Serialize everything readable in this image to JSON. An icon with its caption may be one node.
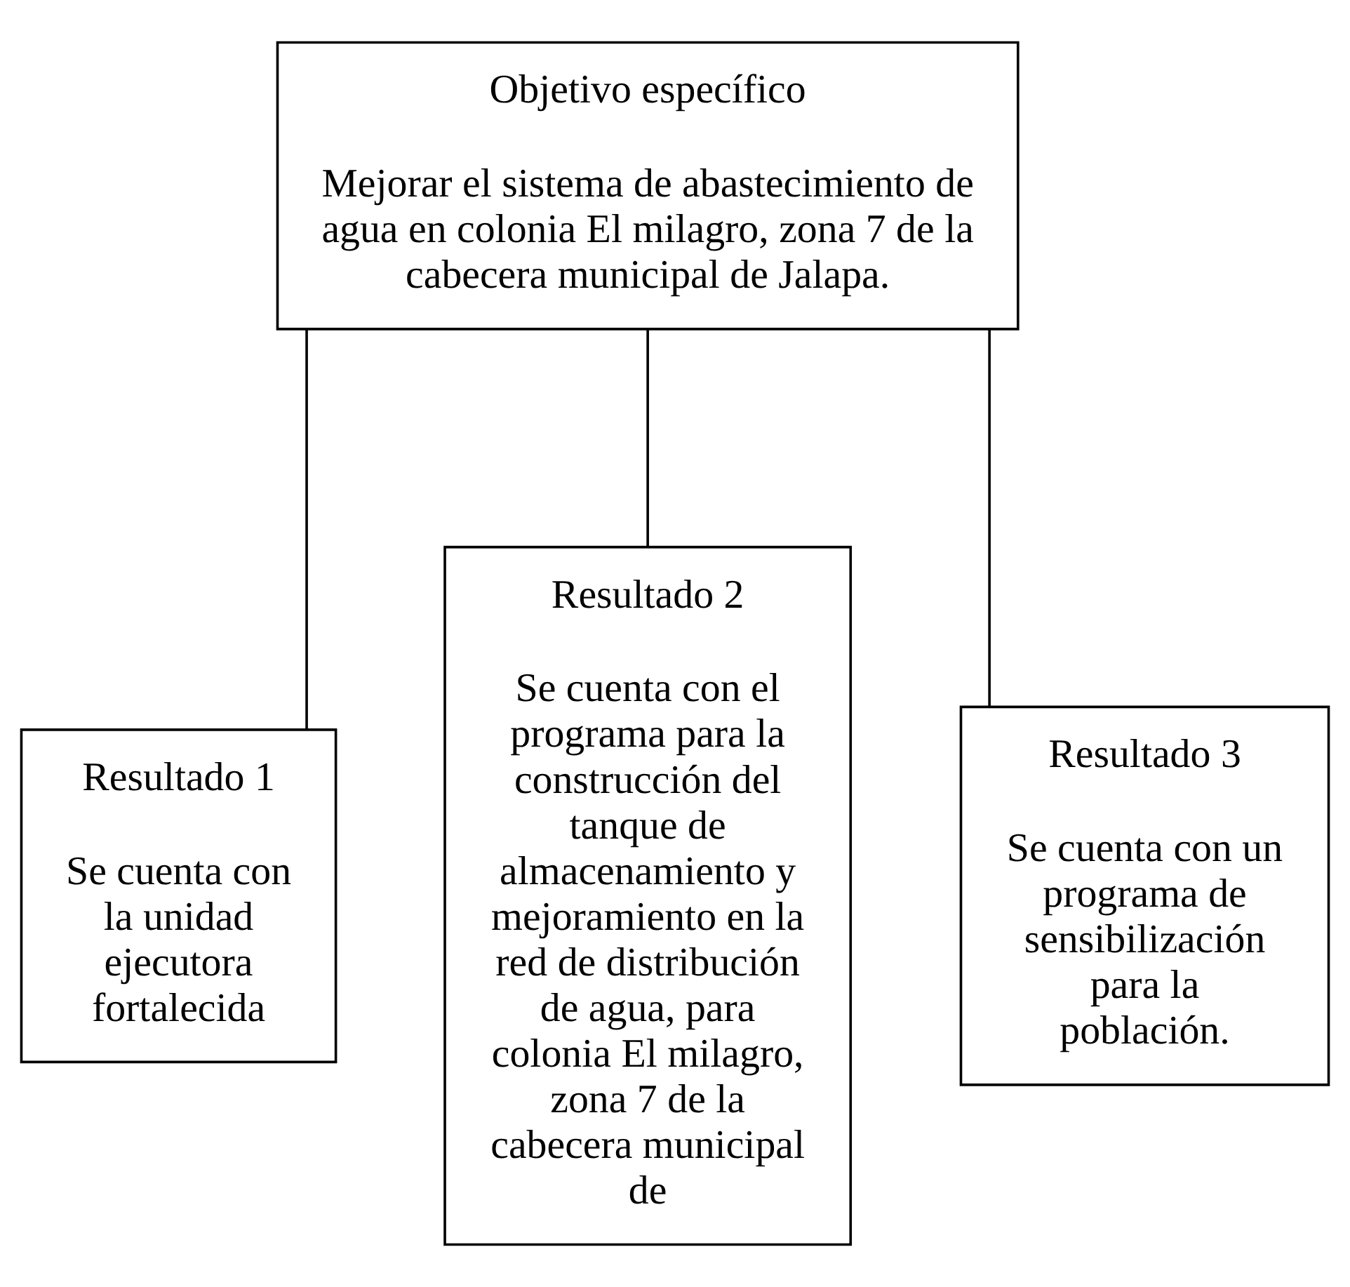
{
  "diagram": {
    "nodes": [
      {
        "text": [
          "Objetivo específico",
          "Mejorar el sistema de abastecimiento de agua en colonia El milagro, zona 7 de la cabecera municipal de Jalapa."
        ]
      },
      {
        "text": [
          "Resultado 1",
          "Se cuenta con la unidad ejecutora fortalecida"
        ]
      },
      {
        "text": [
          "Resultado 2",
          "Se cuenta con el programa para la construcción del tanque de almacenamiento y mejoramiento en la red de distribución de agua, para colonia El milagro, zona 7 de la cabecera municipal de"
        ]
      },
      {
        "text": [
          "Resultado 3",
          "Se cuenta con un programa de sensibilización para la población."
        ]
      }
    ],
    "edges": [
      {
        "from": 0,
        "to": 1,
        "arrow": "none"
      },
      {
        "from": 0,
        "to": 2,
        "arrow": "none"
      },
      {
        "from": 0,
        "to": 3,
        "arrow": "none"
      }
    ]
  }
}
